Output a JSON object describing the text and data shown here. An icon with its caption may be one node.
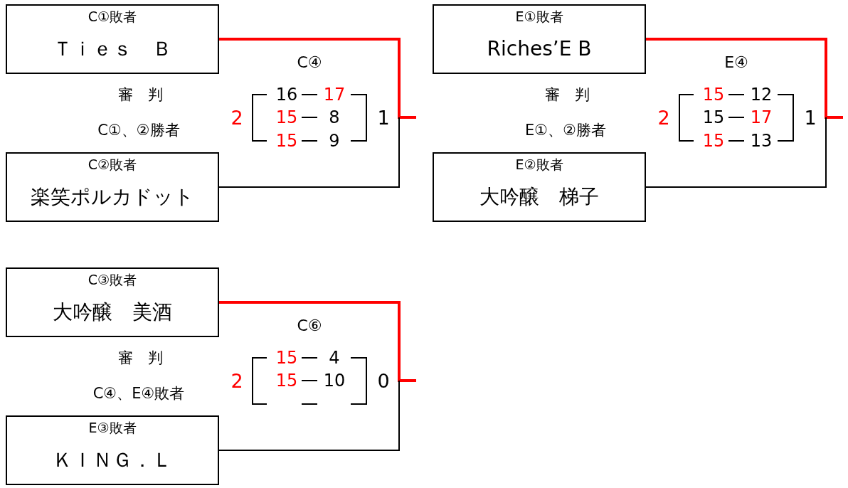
{
  "diagram": {
    "nodes": [
      {
        "text": [
          "C①敗者",
          "Ｔｉｅｓ　Ｂ"
        ]
      },
      {
        "text": [
          "C②敗者",
          "楽笑ポルカドット"
        ]
      },
      {
        "text": [
          "E①敗者",
          "Riches’E B"
        ]
      },
      {
        "text": [
          "E②敗者",
          "大吟醸　梯子"
        ]
      },
      {
        "text": [
          "C③敗者",
          "大吟醸　美酒"
        ]
      },
      {
        "text": [
          "E③敗者",
          "ＫＩＮＧ．Ｌ"
        ]
      }
    ],
    "edges": [
      {
        "from": 0,
        "to": null,
        "arrow": "none",
        "style": "thick",
        "color": "#ff0000"
      },
      {
        "from": 1,
        "to": null,
        "arrow": "none",
        "color": "#000000"
      },
      {
        "from": 2,
        "to": null,
        "arrow": "none",
        "style": "thick",
        "color": "#ff0000"
      },
      {
        "from": 3,
        "to": null,
        "arrow": "none",
        "color": "#000000"
      },
      {
        "from": 4,
        "to": null,
        "arrow": "none",
        "style": "thick",
        "color": "#ff0000"
      },
      {
        "from": 5,
        "to": null,
        "arrow": "none",
        "color": "#000000"
      }
    ],
    "labels": [
      "C④",
      "審　判",
      "C①、②勝者",
      "2",
      "16",
      "17",
      "15",
      "8",
      "15",
      "9",
      "1",
      "E④",
      "審　判",
      "E①、②勝者",
      "2",
      "15",
      "12",
      "15",
      "17",
      "15",
      "13",
      "1",
      "C⑥",
      "審　判",
      "C④、E④敗者",
      "2",
      "15",
      "4",
      "15",
      "10",
      "0"
    ]
  }
}
